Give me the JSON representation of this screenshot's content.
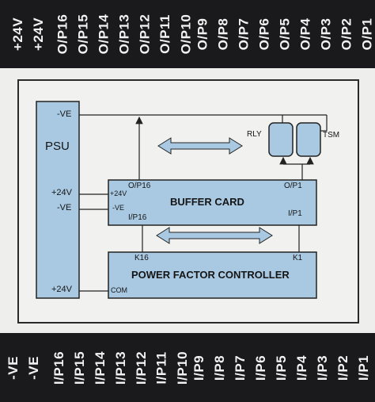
{
  "top_terminals": [
    "+24V",
    "+24V",
    "O/P16",
    "O/P15",
    "O/P14",
    "O/P13",
    "O/P12",
    "O/P11",
    "O/P10",
    "O/P9",
    "O/P8",
    "O/P7",
    "O/P6",
    "O/P5",
    "O/P4",
    "O/P3",
    "O/P2",
    "O/P1"
  ],
  "bottom_terminals": [
    "-VE",
    "-VE",
    "I/P16",
    "I/P15",
    "I/P14",
    "I/P13",
    "I/P12",
    "I/P11",
    "I/P10",
    "I/P9",
    "I/P8",
    "I/P7",
    "I/P6",
    "I/P5",
    "I/P4",
    "I/P3",
    "I/P2",
    "I/P1"
  ],
  "diagram": {
    "psu": {
      "title": "PSU",
      "minus_ve": "-VE",
      "plus_24v": "+24V",
      "minus_ve_2": "-VE",
      "plus_24v_2": "+24V"
    },
    "buffer_card": {
      "title": "BUFFER CARD",
      "plus_24v": "+24V",
      "minus_ve": "-VE",
      "op16": "O/P16",
      "ip16": "I/P16",
      "op1": "O/P1",
      "ip1": "I/P1"
    },
    "pfc": {
      "title": "POWER FACTOR CONTROLLER",
      "k16": "K16",
      "k1": "K1",
      "com": "COM"
    },
    "rly": "RLY",
    "tsm": "TSM"
  },
  "colors": {
    "strip": "#1a1a1c",
    "panel": "#eeeeec",
    "box_fill": "#a9c9e2",
    "line": "#222222"
  }
}
